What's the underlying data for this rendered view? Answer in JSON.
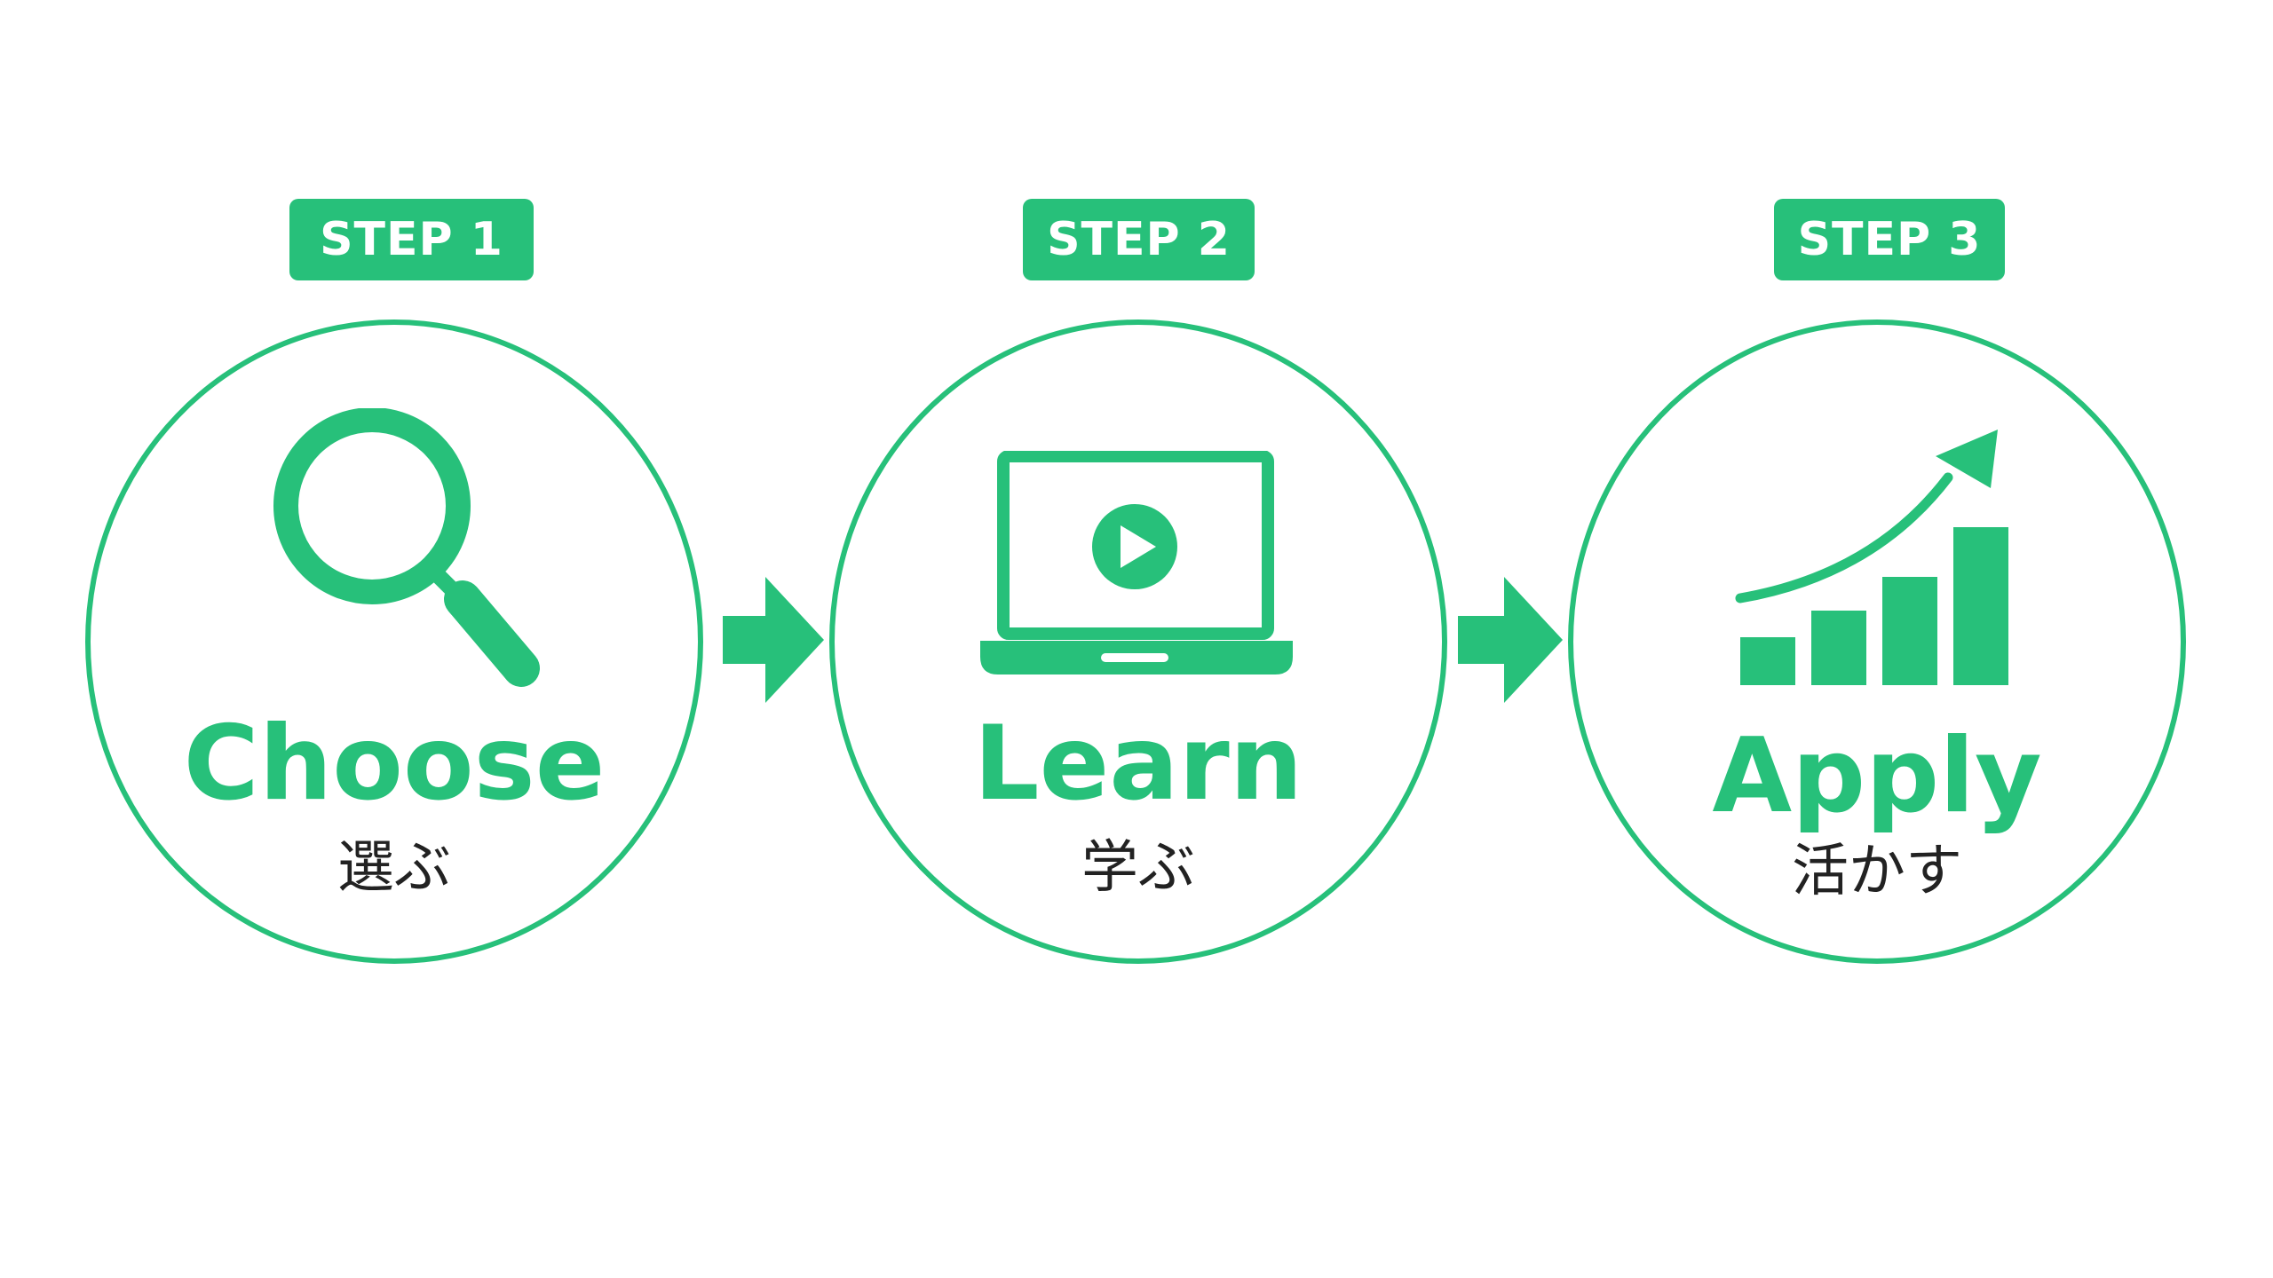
{
  "steps": [
    {
      "badge": "STEP 1",
      "title": "Choose",
      "subtitle": "選ぶ",
      "icon": "magnifier-icon"
    },
    {
      "badge": "STEP 2",
      "title": "Learn",
      "subtitle": "学ぶ",
      "icon": "laptop-play-icon"
    },
    {
      "badge": "STEP 3",
      "title": "Apply",
      "subtitle": "活かす",
      "icon": "growth-chart-icon"
    }
  ],
  "colors": {
    "accent": "#27c07a",
    "text": "#222222",
    "background": "#ffffff"
  }
}
